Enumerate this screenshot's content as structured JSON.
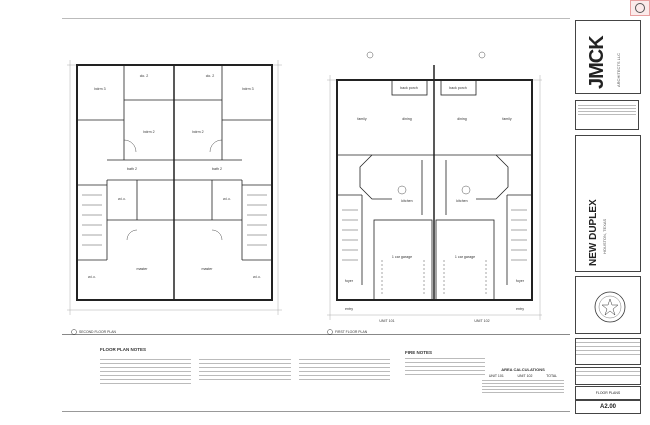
{
  "sheet": {
    "plans": [
      {
        "title": "SECOND FLOOR PLAN",
        "rooms": [
          "bdrm 3",
          "clo. 2",
          "bdrm 2",
          "bdrm 2",
          "clo. 2",
          "bdrm 3",
          "bath 2",
          "bath 2",
          "w.i.c.",
          "w.i.c.",
          "master",
          "master",
          "w.i.c.",
          "w.i.c."
        ]
      },
      {
        "title": "FIRST FLOOR PLAN",
        "rooms": [
          "back porch",
          "back porch",
          "family",
          "dining",
          "dining",
          "family",
          "kitchen",
          "kitchen",
          "1 car garage",
          "1 car garage",
          "foyer",
          "foyer",
          "entry",
          "entry"
        ],
        "units": [
          "UNIT 101",
          "UNIT 102"
        ]
      }
    ],
    "notes": {
      "floor_plan_notes_title": "FLOOR PLAN NOTES",
      "fire_notes_title": "FIRE NOTES",
      "area_calculations_title": "AREA CALCULATIONS",
      "area_columns": [
        "UNIT 101",
        "UNIT 102",
        "TOTAL"
      ]
    }
  },
  "title_block": {
    "logo": "JMCK",
    "firm_subtitle": "ARCHITECTS LLC",
    "project_title": "NEW DUPLEX",
    "project_address": "HOUSTON, TEXAS",
    "sheet_title": "FLOOR PLANS",
    "sheet_number": "A2.00"
  },
  "colors": {
    "line": "#222222",
    "paper": "#ffffff",
    "stamp": "#c84a4a"
  }
}
